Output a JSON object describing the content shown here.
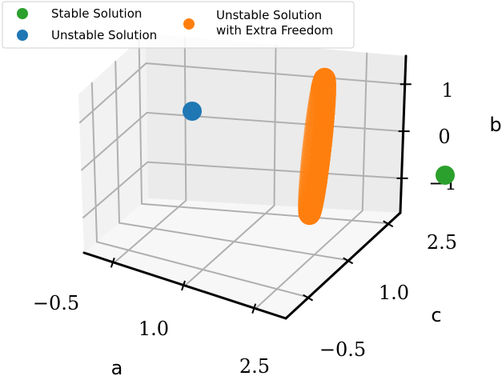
{
  "chart_data": {
    "type": "scatter",
    "projection": "3d",
    "xlabel": "a",
    "ylabel": "c",
    "zlabel": "b",
    "x_ticks": [
      "−0.5",
      "1.0",
      "2.5"
    ],
    "y_ticks": [
      "−0.5",
      "1.0",
      "2.5"
    ],
    "z_ticks": [
      "−1",
      "0",
      "1"
    ],
    "xlim": [
      -0.5,
      2.5
    ],
    "ylim": [
      -0.5,
      2.5
    ],
    "zlim": [
      -1.5,
      1.5
    ],
    "grid": true,
    "legend_position": "top",
    "series": [
      {
        "name": "Stable Solution",
        "color": "#2ca02c",
        "marker": "circle",
        "points": [
          {
            "a": 3.0,
            "c": 1.4,
            "b": 0.0
          }
        ]
      },
      {
        "name": "Unstable Solution",
        "color": "#1f77b4",
        "marker": "circle",
        "points": [
          {
            "a": -1.0,
            "c": 1.4,
            "b": 0.0
          }
        ]
      },
      {
        "name": "Unstable Solution with Extra Freedom",
        "color": "#ff7f0e",
        "marker": "circle",
        "shape": "ring",
        "ring": {
          "center": {
            "a": 1.0,
            "c": 1.0,
            "b": 0.0
          },
          "radius": 1.4,
          "plane": "b-c"
        }
      }
    ]
  }
}
